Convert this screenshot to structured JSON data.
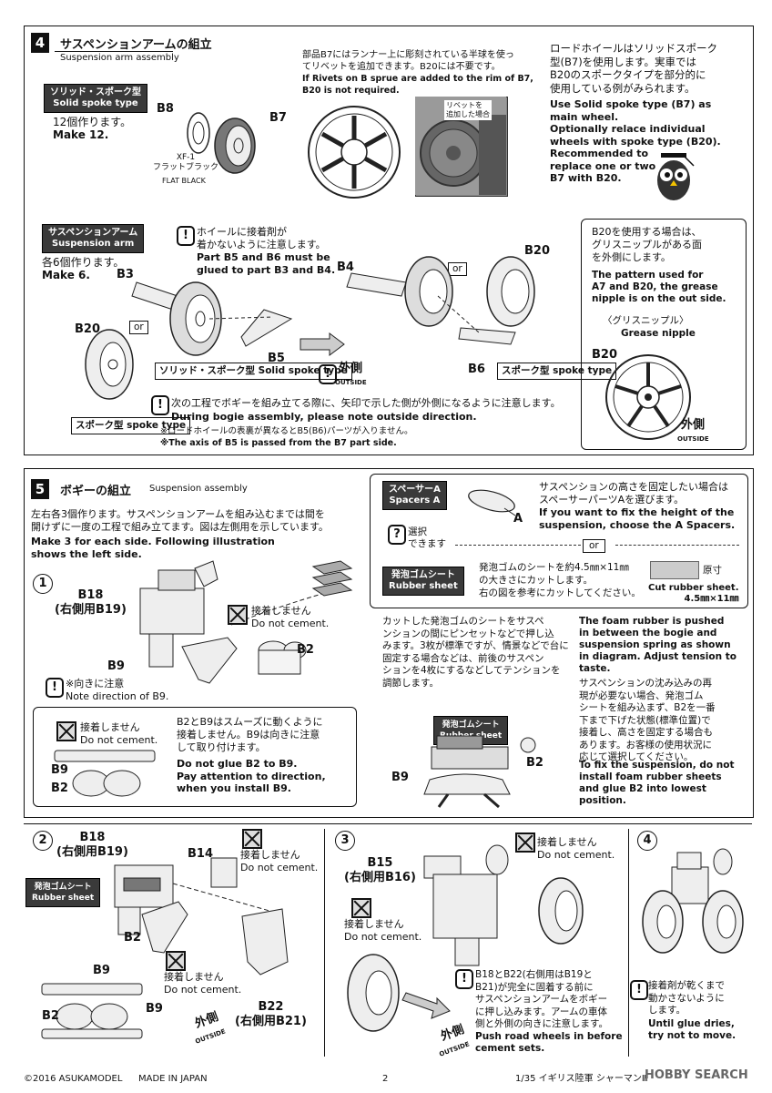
{
  "step4": {
    "number": "4",
    "title_jp": "サスペンションアームの組立",
    "title_en": "Suspension arm assembly",
    "solid_tag_jp": "ソリッド・スポーク型",
    "solid_tag_en": "Solid spoke type",
    "make12_jp": "12個作ります。",
    "make12_en": "Make 12.",
    "b8": "B8",
    "b7": "B7",
    "xf1": "XF-1\nフラットブラック",
    "flat_black": "FLAT BLACK",
    "rivet_note_jp": "部品B7にはランナー上に彫刻されている半球を使っ\nてリベットを追加できます。B20には不要です。",
    "rivet_note_en": "If Rivets on B sprue are added to the rim of B7,\nB20 is not required.",
    "rivet_photo_label": "リベットを\n追加した場合",
    "roadwheel_jp": "ロードホイールはソリッドスポーク\n型(B7)を使用します。実車では\nB20のスポークタイプを部分的に\n使用している例がみられます。",
    "roadwheel_en": "Use Solid spoke type (B7) as\nmain wheel.\nOptionally relace individual\nwheels with spoke type (B20).\nRecommended to\nreplace one or two\nB7 with B20.",
    "susp_tag_jp": "サスペンションアーム",
    "susp_tag_en": "Suspension arm",
    "make6_jp": "各6個作ります。",
    "make6_en": "Make 6.",
    "glue_warn_jp": "ホイールに接着剤が\n着かないように注意します。",
    "glue_warn_en": "Part B5 and B6 must be\nglued to part B3 and B4.",
    "b3": "B3",
    "b4": "B4",
    "b5": "B5",
    "b6": "B6",
    "b20": "B20",
    "or": "or",
    "solid_box": "ソリッド・スポーク型\nSolid spoke type",
    "spoke_box": "スポーク型\nspoke type",
    "spoke_box2": "スポーク型\nspoke type",
    "outside_jp": "外側",
    "outside_en": "OUTSIDE",
    "b20_note_jp": "B20を使用する場合は、\nグリスニップルがある面\nを外側にします。",
    "b20_note_en": "The pattern used for\nA7 and B20, the grease\nnipple is on the out side.",
    "grease_jp": "〈グリスニップル〉",
    "grease_en": "Grease nipple",
    "bogie_note_jp": "次の工程でボギーを組み立てる際に、矢印で示した側が外側になるように注意します。",
    "bogie_note_en": "During bogie assembly, please note outside direction.",
    "axis_note_jp": "※ロードホイールの表裏が異なるとB5(B6)パーツが入りません。",
    "axis_note_en": "※The axis of B5 is passed from the B7 part side."
  },
  "step5": {
    "number": "5",
    "title_jp": "ボギーの組立",
    "title_en": "Suspension assembly",
    "intro_jp": "左右各3個作ります。サスペンションアームを組み込むまでは間を\n開けずに一度の工程で組み立てます。図は左側用を示しています。",
    "intro_en": "Make 3 for each side. Following illustration\nshows the left side.",
    "spacer_tag": "スペーサーA\nSpacers A",
    "spacer_a": "A",
    "spacer_jp": "サスペンションの高さを固定したい場合は\nスペーサーパーツAを選びます。",
    "spacer_en": "If you want to fix the height of the\nsuspension, choose the A Spacers.",
    "select_jp": "選択\nできます",
    "or": "or",
    "rubber_tag": "発泡ゴムシート\nRubber sheet",
    "rubber_jp": "発泡ゴムのシートを約4.5㎜×11㎜\nの大きさにカットします。\n右の図を参考にカットしてください。",
    "actual_size": "原寸",
    "rubber_en": "Cut rubber sheet.\n4.5㎜×11㎜",
    "push_jp": "カットした発泡ゴムのシートをサスペ\nンションの間にピンセットなどで押し込\nみます。3枚が標準ですが、情景などで台に\n固定する場合などは、前後のサスペン\nションを4枚にするなどしてテンションを\n調節します。",
    "push_en": "The foam rubber is pushed\nin between the bogie and\nsuspension spring as shown\nin diagram. Adjust tension to\ntaste.",
    "fix_jp": "サスペンションの沈み込みの再\n現が必要ない場合、発泡ゴム\nシートを組み込まず、B2を一番\n下まで下げた状態(標準位置)で\n接着し、高さを固定する場合も\nあります。お客様の使用状況に\n応じて選択してください。",
    "fix_en": "To fix the suspension, do not\ninstall foam rubber sheets\nand glue B2 into lowest\nposition.",
    "s1": "1",
    "s2": "2",
    "s3": "3",
    "s4": "4",
    "b18": "B18\n(右側用B19)",
    "b18b": "B18\n(右側用B19)",
    "b9": "B9",
    "b2": "B2",
    "b14": "B14",
    "b15": "B15\n(右側用B16)",
    "b22": "B22\n(右側用B21)",
    "no_cement": "接着しません\nDo not cement.",
    "dir_note": "※向きに注意\nNote direction of B9.",
    "b2b9_jp": "B2とB9はスムーズに動くように\n接着しません。B9は向きに注意\nして取り付けます。",
    "b2b9_en": "Do not glue B2 to B9.\nPay attention to direction,\nwhen you install B9.",
    "rubber_sheet_tag": "発泡ゴムシート\nRubber sheet",
    "push_before_jp": "B18とB22(右側用はB19と\nB21)が完全に固着する前に\nサスペンションアームをボギー\nに押し込みます。アームの車体\n側と外側の向きに注意します。",
    "push_before_en": "Push road wheels in before\ncement sets.",
    "dry_jp": "接着剤が乾くまで\n動かさないように\nします。",
    "dry_en": "Until glue dries,\ntry not to move."
  },
  "footer": {
    "copyright": "©2016 ASUKAMODEL",
    "made_in": "MADE IN JAPAN",
    "page": "2",
    "product": "1/35 イギリス陸軍 シャーマンⅢ",
    "watermark": "HOBBY SEARCH"
  }
}
